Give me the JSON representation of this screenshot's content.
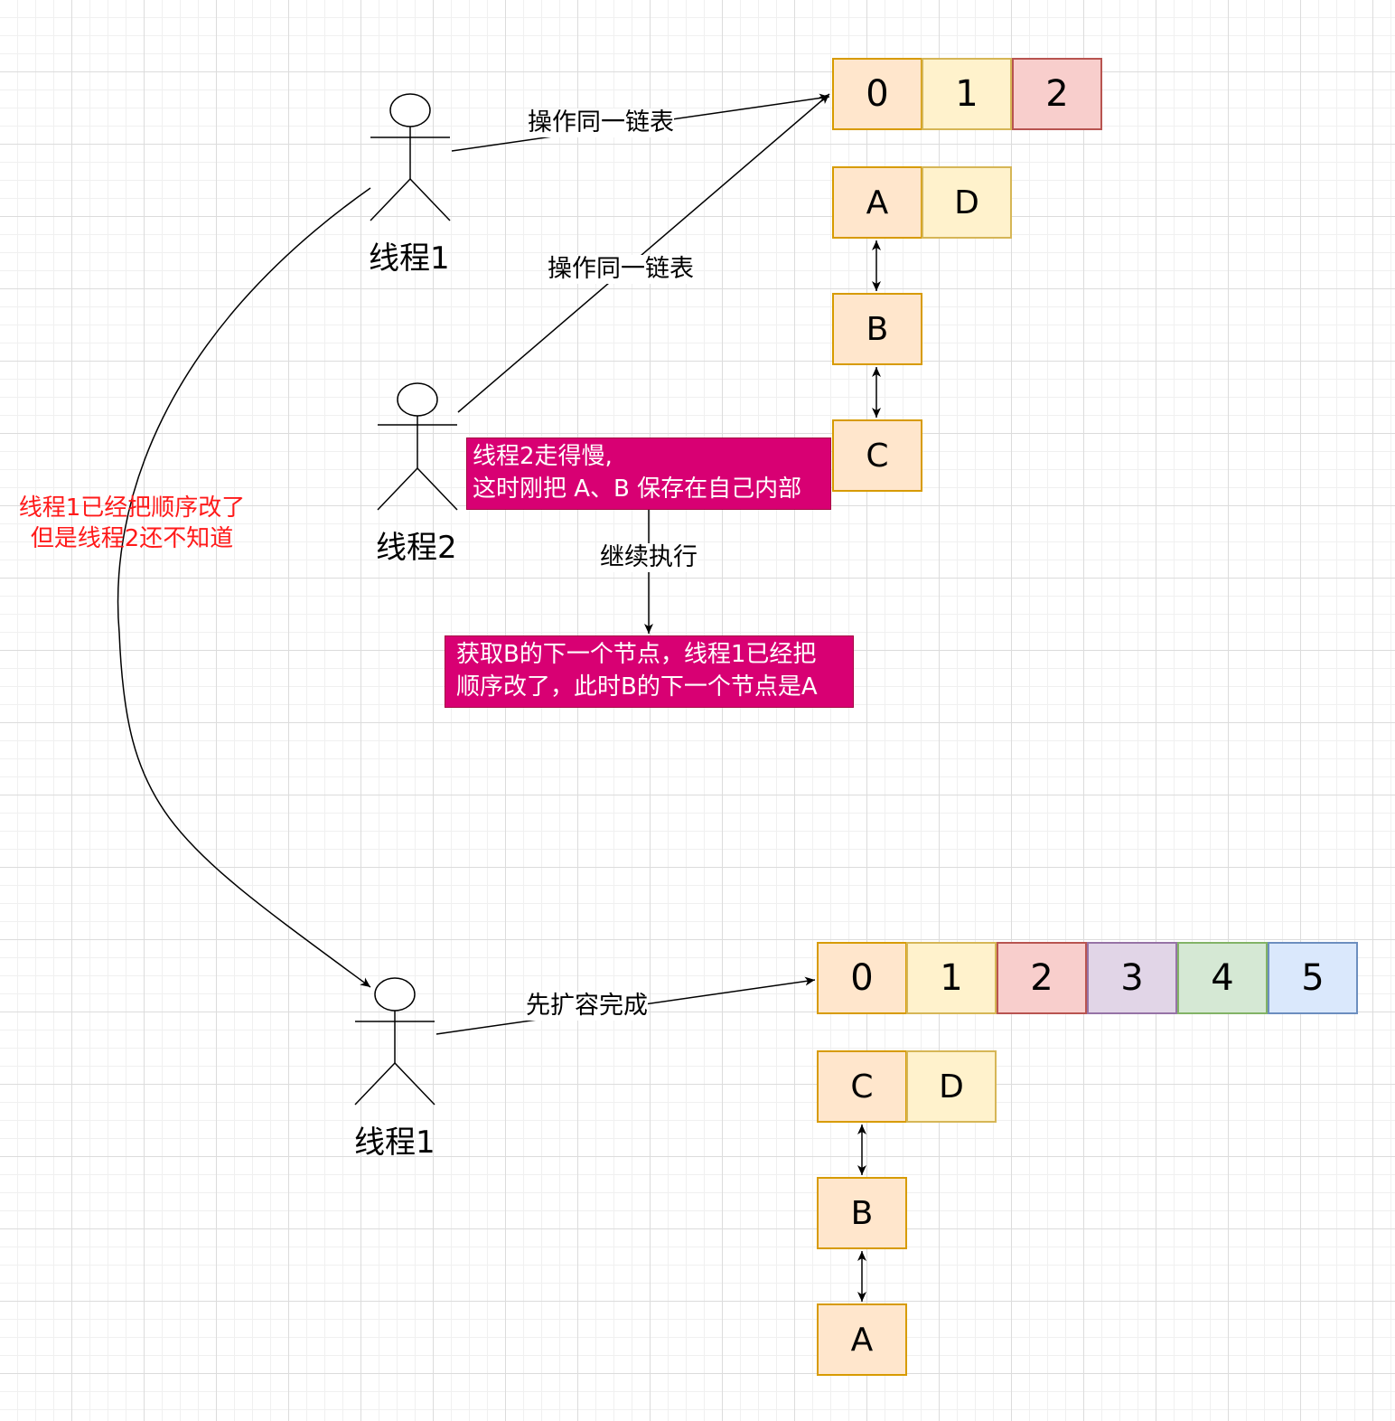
{
  "colors": {
    "orange_fill": "#ffe6cc",
    "orange_stroke": "#d79b00",
    "yellow_fill": "#fff2cc",
    "yellow_stroke": "#d6b656",
    "red_fill": "#f8cecc",
    "red_stroke": "#b85450",
    "purple_fill": "#e1d5e7",
    "purple_stroke": "#9673a6",
    "green_fill": "#d5e8d4",
    "green_stroke": "#82b366",
    "blue_fill": "#dae8fc",
    "blue_stroke": "#6c8ebf",
    "note_fill": "#d80073",
    "annotation_text": "#ff1a1a"
  },
  "top": {
    "array": [
      "0",
      "1",
      "2"
    ],
    "nodes": {
      "a": "A",
      "d": "D",
      "b": "B",
      "c": "C"
    }
  },
  "bottom": {
    "array": [
      "0",
      "1",
      "2",
      "3",
      "4",
      "5"
    ],
    "nodes": {
      "c": "C",
      "d": "D",
      "b": "B",
      "a": "A"
    }
  },
  "actors": {
    "thread1_top": "线程1",
    "thread2": "线程2",
    "thread1_bottom": "线程1"
  },
  "edge_labels": {
    "thread1_op": "操作同一链表",
    "thread2_op": "操作同一链表",
    "continue": "继续执行",
    "resize_done": "先扩容完成"
  },
  "notes": {
    "slow_line1": "线程2走得慢,",
    "slow_line2": "这时刚把 A、B 保存在自己内部",
    "next_line1": "获取B的下一个节点，线程1已经把",
    "next_line2": "顺序改了，此时B的下一个节点是A"
  },
  "annotation": {
    "line1": "线程1已经把顺序改了",
    "line2": "但是线程2还不知道"
  }
}
